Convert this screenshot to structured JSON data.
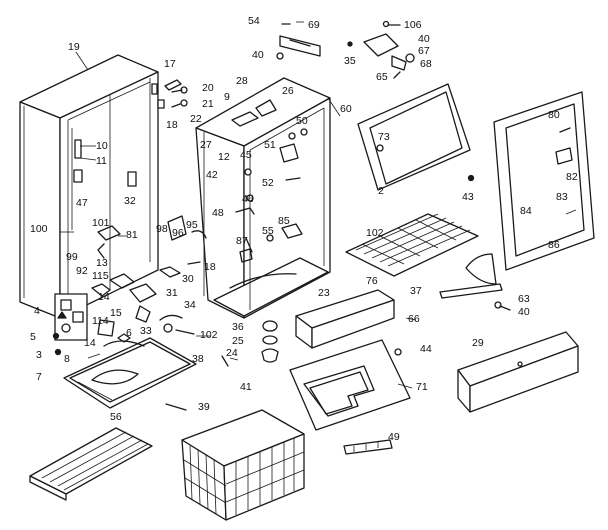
{
  "labels": [
    {
      "id": "19",
      "text": "19"
    },
    {
      "id": "17",
      "text": "17"
    },
    {
      "id": "20",
      "text": "20"
    },
    {
      "id": "21",
      "text": "21"
    },
    {
      "id": "22",
      "text": "22"
    },
    {
      "id": "18a",
      "text": "18"
    },
    {
      "id": "28",
      "text": "28"
    },
    {
      "id": "9",
      "text": "9"
    },
    {
      "id": "26",
      "text": "26"
    },
    {
      "id": "54",
      "text": "54"
    },
    {
      "id": "69",
      "text": "69"
    },
    {
      "id": "40a",
      "text": "40"
    },
    {
      "id": "35",
      "text": "35"
    },
    {
      "id": "65",
      "text": "65"
    },
    {
      "id": "106",
      "text": "106"
    },
    {
      "id": "40b",
      "text": "40"
    },
    {
      "id": "67",
      "text": "67"
    },
    {
      "id": "68",
      "text": "68"
    },
    {
      "id": "60",
      "text": "60"
    },
    {
      "id": "80",
      "text": "80"
    },
    {
      "id": "10",
      "text": "10"
    },
    {
      "id": "11",
      "text": "11"
    },
    {
      "id": "47",
      "text": "47"
    },
    {
      "id": "32",
      "text": "32"
    },
    {
      "id": "27",
      "text": "27"
    },
    {
      "id": "12",
      "text": "12"
    },
    {
      "id": "50",
      "text": "50"
    },
    {
      "id": "51",
      "text": "51"
    },
    {
      "id": "45",
      "text": "45"
    },
    {
      "id": "73",
      "text": "73"
    },
    {
      "id": "52",
      "text": "52"
    },
    {
      "id": "42",
      "text": "42"
    },
    {
      "id": "46",
      "text": "46"
    },
    {
      "id": "48",
      "text": "48"
    },
    {
      "id": "2",
      "text": "2"
    },
    {
      "id": "43",
      "text": "43"
    },
    {
      "id": "82",
      "text": "82"
    },
    {
      "id": "83",
      "text": "83"
    },
    {
      "id": "84",
      "text": "84"
    },
    {
      "id": "100",
      "text": "100"
    },
    {
      "id": "101",
      "text": "101"
    },
    {
      "id": "81",
      "text": "81"
    },
    {
      "id": "99",
      "text": "99"
    },
    {
      "id": "98",
      "text": "98"
    },
    {
      "id": "96",
      "text": "96"
    },
    {
      "id": "95",
      "text": "95"
    },
    {
      "id": "87",
      "text": "87"
    },
    {
      "id": "85",
      "text": "85"
    },
    {
      "id": "55",
      "text": "55"
    },
    {
      "id": "102a",
      "text": "102"
    },
    {
      "id": "86",
      "text": "86"
    },
    {
      "id": "13",
      "text": "13"
    },
    {
      "id": "92",
      "text": "92"
    },
    {
      "id": "115",
      "text": "115"
    },
    {
      "id": "14a",
      "text": "14"
    },
    {
      "id": "30",
      "text": "30"
    },
    {
      "id": "18b",
      "text": "18"
    },
    {
      "id": "76",
      "text": "76"
    },
    {
      "id": "23",
      "text": "23"
    },
    {
      "id": "37",
      "text": "37"
    },
    {
      "id": "63",
      "text": "63"
    },
    {
      "id": "40c",
      "text": "40"
    },
    {
      "id": "4",
      "text": "4"
    },
    {
      "id": "15",
      "text": "15"
    },
    {
      "id": "31",
      "text": "31"
    },
    {
      "id": "34",
      "text": "34"
    },
    {
      "id": "66",
      "text": "66"
    },
    {
      "id": "5",
      "text": "5"
    },
    {
      "id": "114",
      "text": "114"
    },
    {
      "id": "33",
      "text": "33"
    },
    {
      "id": "102b",
      "text": "102"
    },
    {
      "id": "36",
      "text": "36"
    },
    {
      "id": "25",
      "text": "25"
    },
    {
      "id": "24",
      "text": "24"
    },
    {
      "id": "29",
      "text": "29"
    },
    {
      "id": "3",
      "text": "3"
    },
    {
      "id": "8",
      "text": "8"
    },
    {
      "id": "14b",
      "text": "14"
    },
    {
      "id": "6",
      "text": "6"
    },
    {
      "id": "44",
      "text": "44"
    },
    {
      "id": "38",
      "text": "38"
    },
    {
      "id": "7",
      "text": "7"
    },
    {
      "id": "41",
      "text": "41"
    },
    {
      "id": "71",
      "text": "71"
    },
    {
      "id": "39",
      "text": "39"
    },
    {
      "id": "56",
      "text": "56"
    },
    {
      "id": "49",
      "text": "49"
    }
  ]
}
